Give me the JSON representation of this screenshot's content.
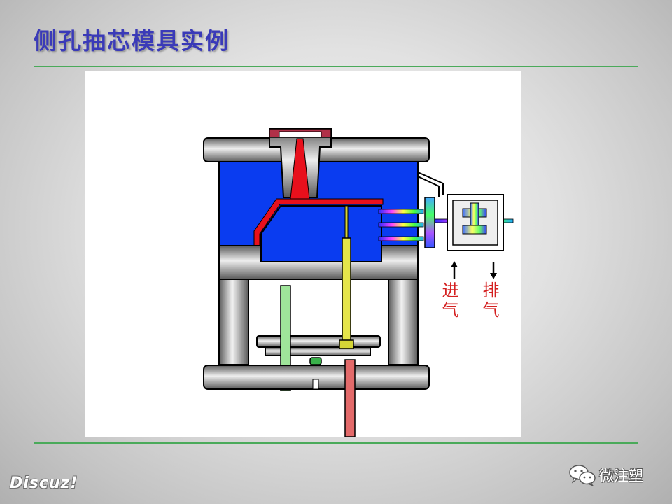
{
  "slide": {
    "title": "侧孔抽芯模具实例"
  },
  "diagram": {
    "label_in": "进气",
    "label_out": "排气"
  },
  "watermarks": {
    "left": "Discuz!",
    "right": "微注塑",
    "right_icon": "wechat-icon"
  },
  "colors": {
    "title": "#3a3ab8",
    "rule": "#4aaa5a",
    "mold_plate": "#0a3cf0",
    "melt": "#e8101c",
    "ejector_pin": "#d4d436",
    "return_pin": "#9fe59a",
    "push_rod": "#e36a6a",
    "label_text": "#d42020"
  }
}
